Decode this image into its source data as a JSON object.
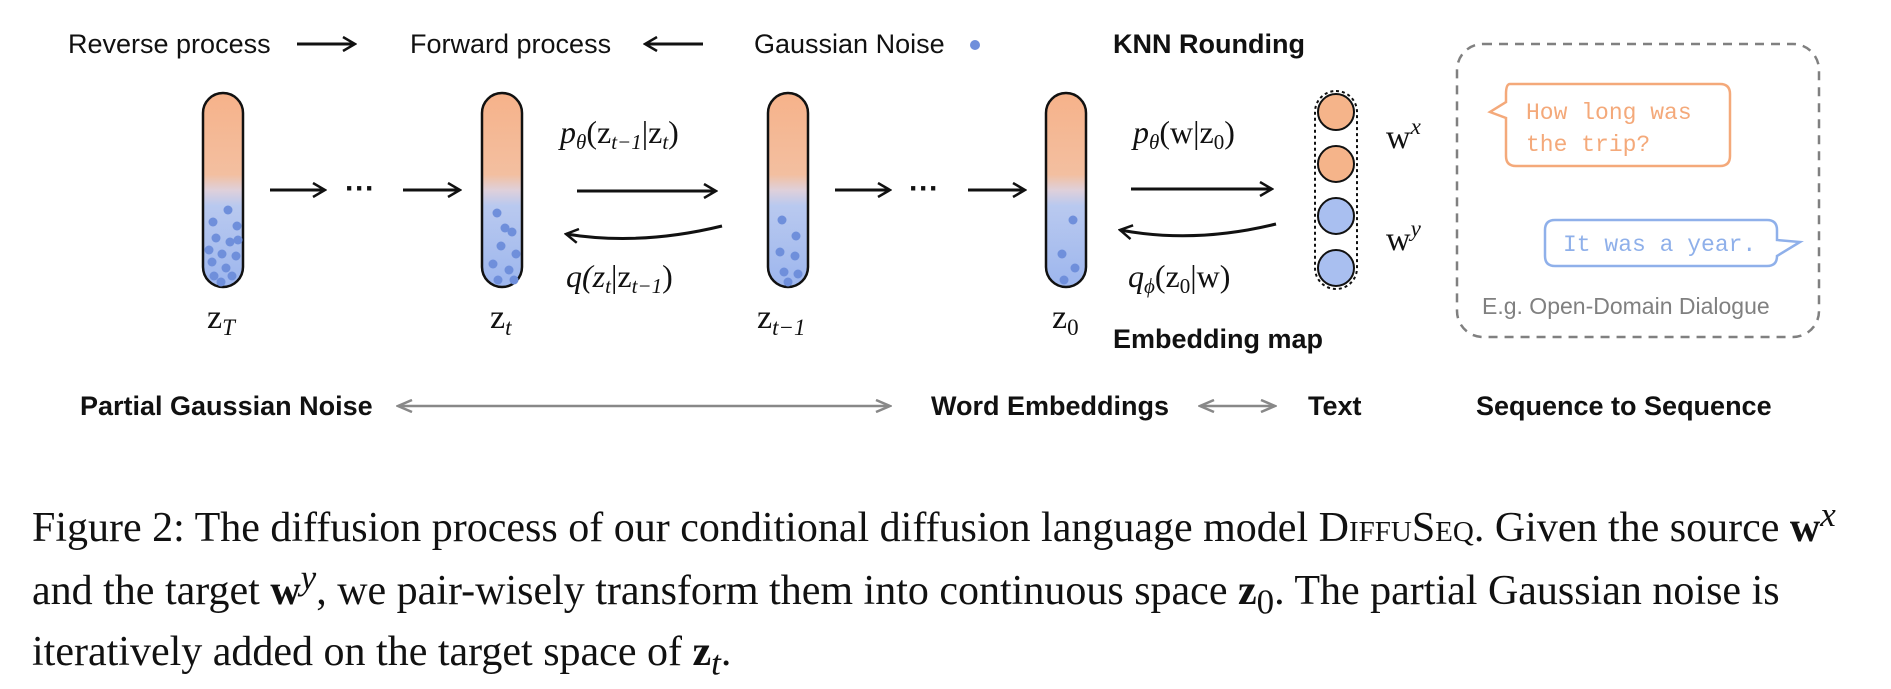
{
  "legend": {
    "reverse": "Reverse process",
    "forward": "Forward process",
    "noise": "Gaussian Noise",
    "knn": "KNN Rounding"
  },
  "states": {
    "zT": "z",
    "zT_sub": "T",
    "zt": "z",
    "zt_sub": "t",
    "zt1": "z",
    "zt1_sub": "t−1",
    "z0": "z",
    "z0_sub": "0"
  },
  "ellipsis": "···",
  "eq": {
    "p_theta_prefix": "p",
    "p_theta_sub": "θ",
    "p_theta_body": "(z",
    "p_theta_a": "t−1",
    "p_theta_mid": "|z",
    "p_theta_b": "t",
    "p_theta_end": ")",
    "q_prefix": "q(z",
    "q_a": "t",
    "q_mid": "|z",
    "q_b": "t−1",
    "q_end": ")",
    "pw_prefix": "p",
    "pw_sub": "θ",
    "pw_body": "(w|z",
    "pw_b": "0",
    "pw_end": ")",
    "qphi_prefix": "q",
    "qphi_sub": "ϕ",
    "qphi_body": "(z",
    "qphi_a": "0",
    "qphi_end": "|w)"
  },
  "words": {
    "wx": "w",
    "wx_sup": "x",
    "wy": "w",
    "wy_sup": "y"
  },
  "embedding_map": "Embedding map",
  "dialogue": {
    "question": [
      "How long was",
      "the trip?"
    ],
    "answer": "It was a year.",
    "label": "E.g. Open-Domain Dialogue"
  },
  "bottom": {
    "partial": "Partial Gaussian Noise",
    "word_emb": "Word Embeddings",
    "text": "Text",
    "seq2seq": "Sequence to Sequence"
  },
  "caption": {
    "part1": "Figure 2: The diffusion process of our conditional diffusion language model ",
    "model": "DiffuSeq",
    "part2": ". Given the source ",
    "w": "w",
    "x": "x",
    "part3": " and the target ",
    "y": "y",
    "part4": ", we pair-wisely transform them into continuous space ",
    "z": "z",
    "zero": "0",
    "part5": ". The partial Gaussian noise is iteratively added on the target space of ",
    "t": "t",
    "part6": "."
  },
  "colors": {
    "orange": "#f5b48a",
    "blue": "#a9bff0",
    "dot": "#6f8fdb",
    "dialog_orange": "#f4a97a",
    "dialog_blue": "#8fb0ea",
    "gray": "#808080"
  }
}
